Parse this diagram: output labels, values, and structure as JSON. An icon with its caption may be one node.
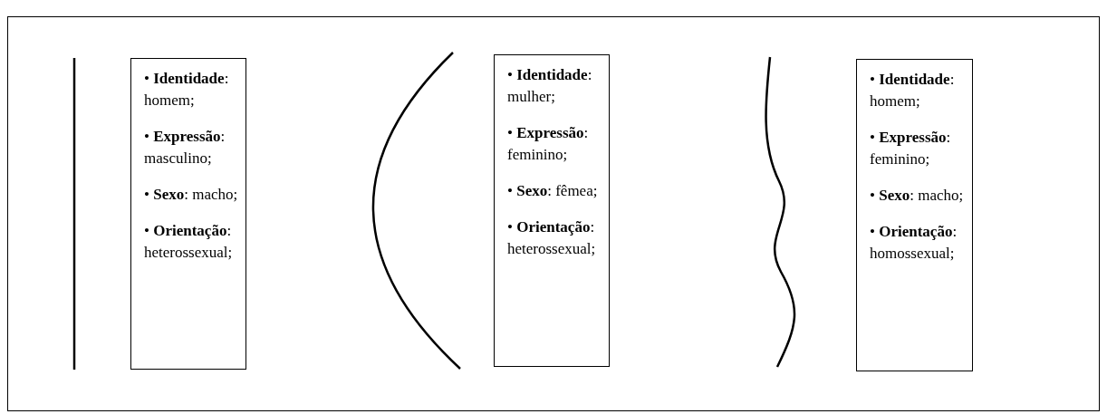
{
  "diagram": {
    "nodes": [
      {
        "text": [],
        "shape": "box"
      },
      {
        "text": [
          "• **Identidade**: homem;",
          "• **Expressão**: masculino;",
          "• **Sexo**: macho;",
          "• **Orientação**: heterossexual;"
        ],
        "in": 0
      },
      {
        "text": [
          "• **Identidade**: mulher;",
          "• **Expressão**: feminino;",
          "• **Sexo**: fêmea;",
          "• **Orientação**: heterossexual;"
        ],
        "in": 0
      },
      {
        "text": [
          "• **Identidade**: homem;",
          "• **Expressão**: feminino;",
          "• **Sexo**: macho;",
          "• **Orientação**: homossexual;"
        ],
        "in": 0
      }
    ],
    "edges": []
  }
}
